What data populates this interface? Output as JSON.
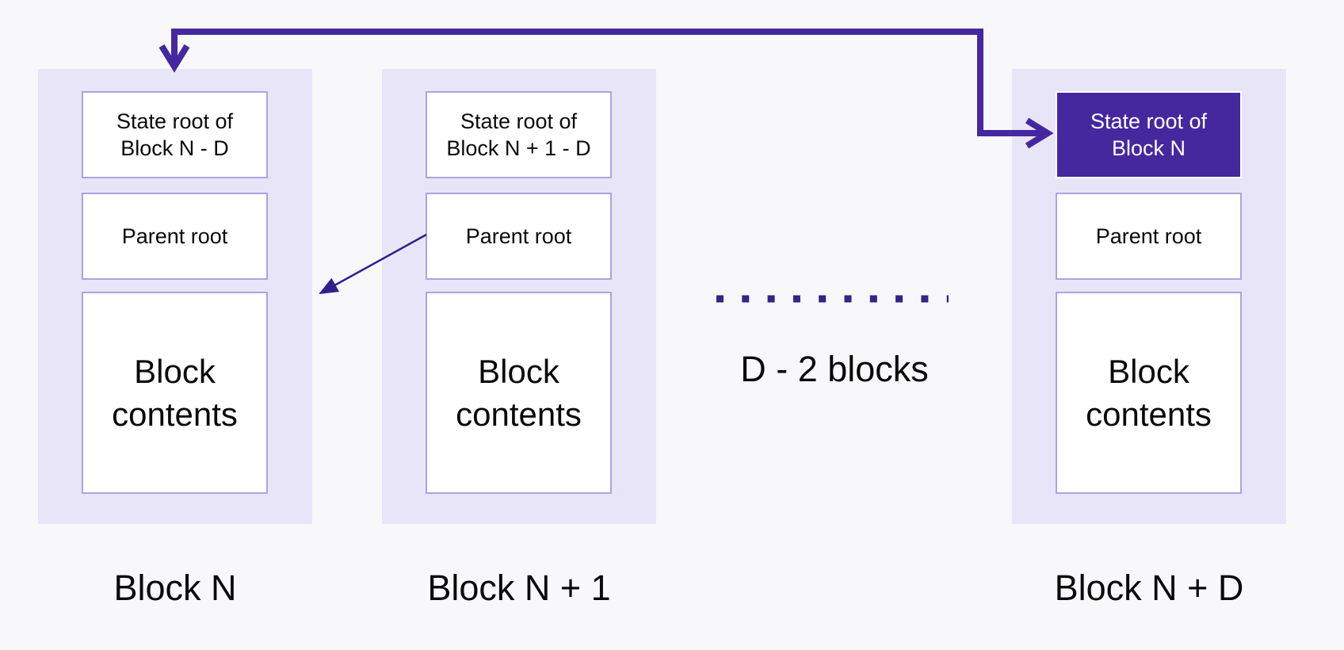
{
  "diagram": {
    "blocks": [
      {
        "label": "Block N",
        "state_root_line1": "State root of",
        "state_root_line2": "Block N - D",
        "parent_root": "Parent root",
        "contents_line1": "Block",
        "contents_line2": "contents",
        "state_root_highlighted": false
      },
      {
        "label": "Block N + 1",
        "state_root_line1": "State root of",
        "state_root_line2": "Block N + 1 - D",
        "parent_root": "Parent root",
        "contents_line1": "Block",
        "contents_line2": "contents",
        "state_root_highlighted": false
      },
      {
        "label": "Block N + D",
        "state_root_line1": "State root of",
        "state_root_line2": "Block N",
        "parent_root": "Parent root",
        "contents_line1": "Block",
        "contents_line2": "contents",
        "state_root_highlighted": true
      }
    ],
    "gap_label": "D - 2 blocks",
    "colors": {
      "background": "#f8f8fa",
      "block_fill": "#e9e5f8",
      "box_fill": "#ffffff",
      "box_border": "#aba3e3",
      "highlight_fill": "#45279e",
      "highlight_text": "#ffffff",
      "thick_arrow": "#4527a0",
      "thin_arrow": "#31208a",
      "dotted_line": "#352387",
      "text": "#0a0a0a"
    }
  }
}
